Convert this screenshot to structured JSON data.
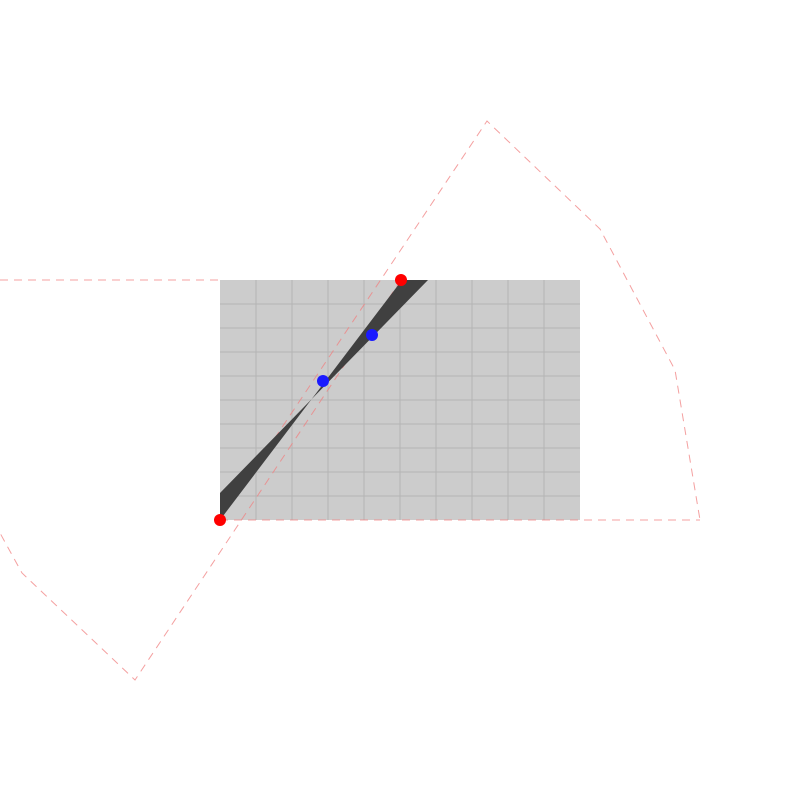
{
  "colors": {
    "background": "#ffffff",
    "panel_fill": "#cccccc",
    "grid_line": "#b4b4b4",
    "dark_shape": "#404040",
    "dashed_outline": "#f08080",
    "endpoint_marker": "#ff0000",
    "midpoint_marker": "#1a1aff"
  },
  "diagram": {
    "panel_shape": "rectangle",
    "grid": true,
    "grid_columns": 10,
    "grid_rows": 10,
    "dark_shape": "sliver-quadrilateral",
    "outline_style": "dashed",
    "endpoint_markers": 2,
    "midpoint_markers": 2,
    "text_labels": []
  }
}
